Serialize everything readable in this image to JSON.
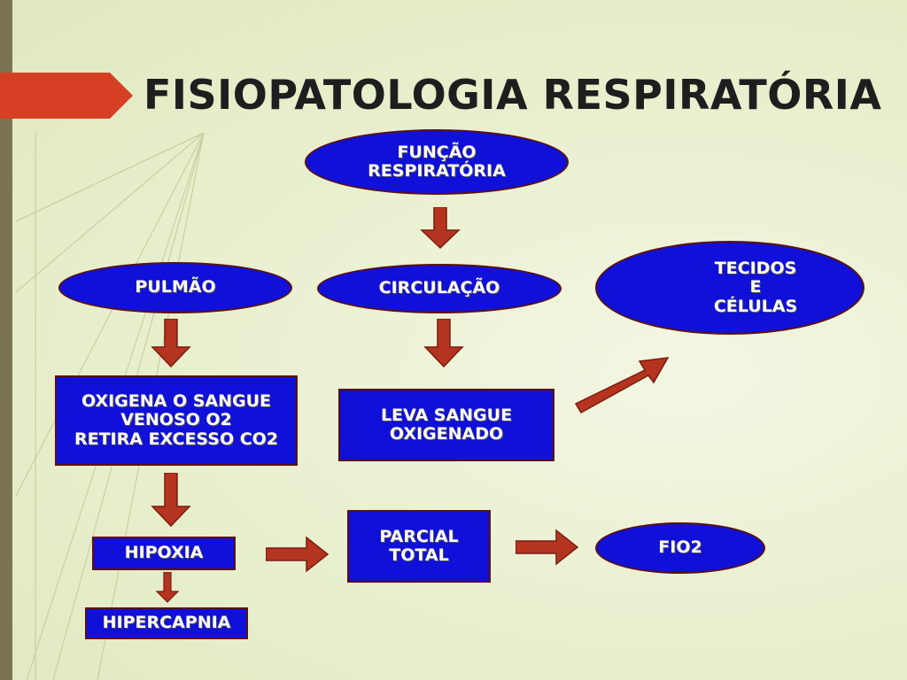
{
  "slide": {
    "title": "FISIOPATOLOGIA  RESPIRATÓRIA",
    "colors": {
      "background": "#e8efcd",
      "node_fill": "#1010d8",
      "node_border": "#5a1010",
      "node_text": "#ffffff",
      "arrow": "#b5341f",
      "title_arrow": "#d63f23",
      "left_bar": "#7b7452"
    }
  },
  "diagram": {
    "nodes": {
      "funcao": "FUNÇÃO\nRESPIRATÓRIA",
      "pulmao": "PULMÃO",
      "circulacao": "CIRCULAÇÃO",
      "tecidos": "TECIDOS\nE\nCÉLULAS",
      "oxigena": "OXIGENA O SANGUE\nVENOSO O2\nRETIRA EXCESSO CO2",
      "leva": "LEVA SANGUE\nOXIGENADO",
      "hipoxia": "HIPOXIA",
      "hipercapnia": "HIPERCAPNIA",
      "parcial": "PARCIAL\nTOTAL",
      "fio2": "FIO2"
    }
  }
}
